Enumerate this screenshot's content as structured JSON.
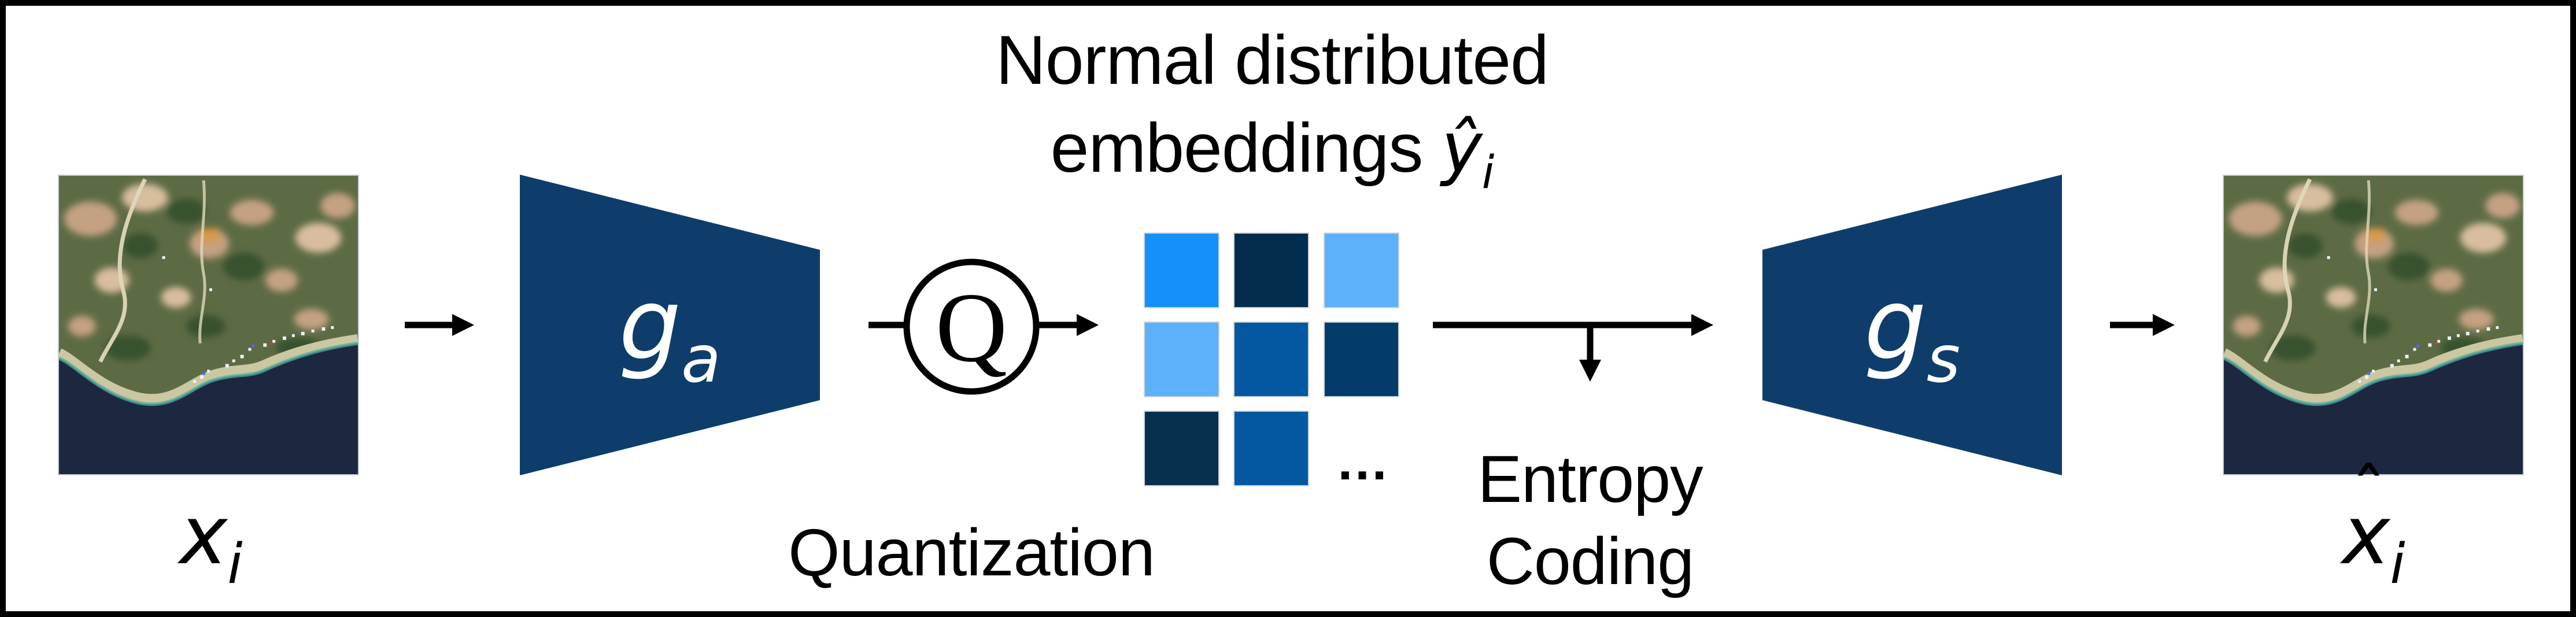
{
  "title": {
    "line1": "Normal distributed",
    "line2_text": "embeddings",
    "line2_math": "ŷ",
    "line2_sub": "i"
  },
  "pipeline": {
    "input_label": {
      "base": "x",
      "sub": "i"
    },
    "output_label": {
      "base": "x",
      "hat": "ˆ",
      "sub": "i"
    },
    "encoder_label": {
      "base": "g",
      "sub": "a"
    },
    "decoder_label": {
      "base": "g",
      "sub": "s"
    },
    "quantizer": {
      "symbol": "Q",
      "caption": "Quantization"
    },
    "entropy_coding": {
      "line1": "Entropy",
      "line2": "Coding"
    },
    "embeddings": {
      "ellipsis": "...",
      "grid": [
        [
          "bright",
          "darkest",
          "light"
        ],
        [
          "light",
          "mid",
          "dark"
        ],
        [
          "dark2",
          "mid",
          null
        ]
      ]
    }
  },
  "colors": {
    "shape_navy": "#0E3D6C",
    "ink": "#000000",
    "cell_bright": "#1590FA",
    "cell_light": "#5DB1FA",
    "cell_mid": "#0458A2",
    "cell_dark": "#033C6B",
    "cell_darkest": "#022C4D",
    "cell_dark2": "#07304F"
  },
  "satellite_palette": {
    "land": "#5D6B44",
    "land_dark": "#37512D",
    "sand": "#C4A183",
    "sand_light": "#D8BD9E",
    "sea": "#1D2740",
    "shore": "#CBC7A2",
    "teal": "#4FAE9F",
    "road": "#DED8BA",
    "spot_orange": "#D99A4E"
  }
}
